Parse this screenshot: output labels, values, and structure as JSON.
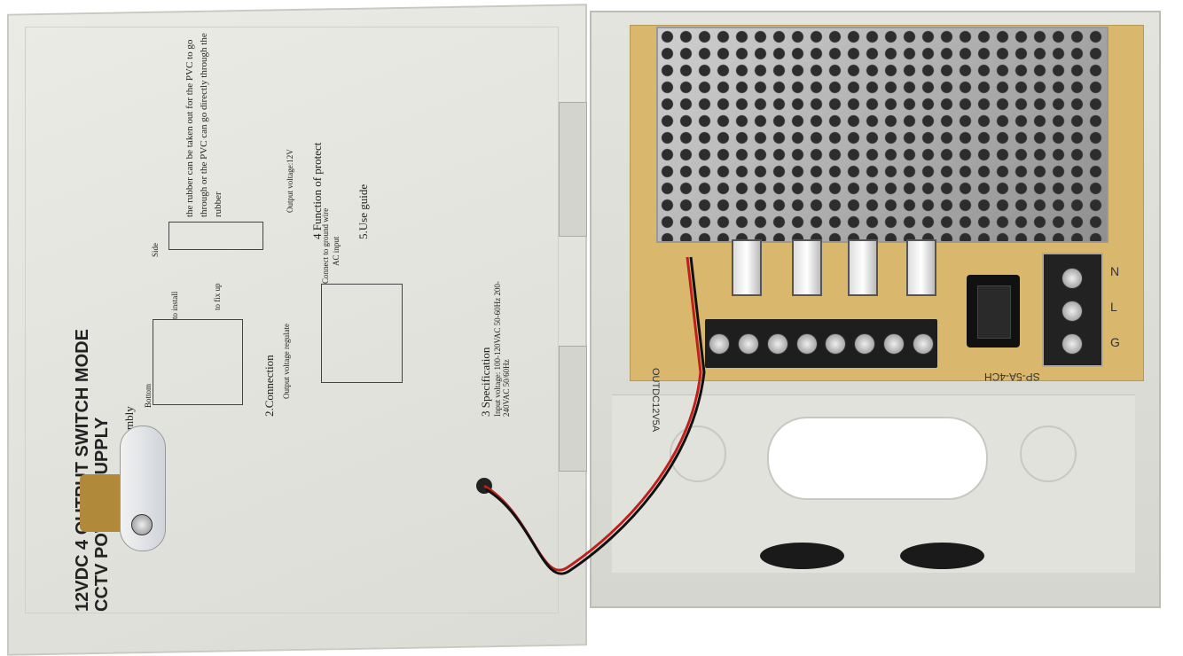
{
  "lid": {
    "title_line1": "12VDC 4 OUTPUT SWITCH MODE",
    "title_line2": "CCTV POWER SUPPLY",
    "sections": [
      "1.Assembly",
      "2.Connection",
      "3 Specification",
      "4 Function of protect",
      "5.Use guide"
    ],
    "assembly_labels": [
      "Bottom",
      "Side",
      "to install",
      "to fix up"
    ],
    "rubber_note": "the rubber can be taken out for the PVC to go through or the PVC can go directly through the rubber",
    "spec_text": "Input voltage: 100-120VAC 50-60Hz 200-240VAC 50/60Hz",
    "output_text": "Output voltage:12V",
    "connection_labels": [
      "Output voltage regulate",
      "AC input",
      "Connect to ground wire"
    ]
  },
  "board": {
    "model": "SP-5A-4CH",
    "output_label": "OUTDC12V5A",
    "ac_labels": [
      "N",
      "L",
      "G"
    ]
  },
  "colors": {
    "pcb": "#d9b76c",
    "box": "#e0e0da",
    "wire_red": "#c0201c"
  }
}
